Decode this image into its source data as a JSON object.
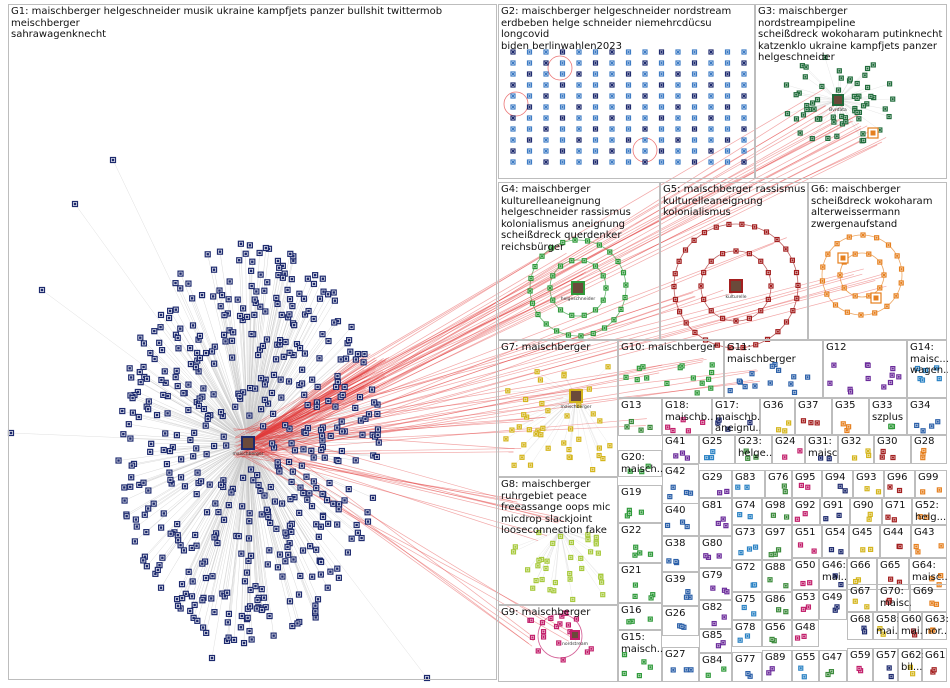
{
  "groups": [
    {
      "id": "G1",
      "label": "G1: maischberger helgeschneider musik ukraine kampfjets panzer bullshit twittermob meischberger\nsahrawagenknecht"
    },
    {
      "id": "G2",
      "label": "G2: maischberger helgeschneider nordstream\nerdbeben helge schneider niemehrcdücsu longcovid\nbiden berlinwahlen2023"
    },
    {
      "id": "G3",
      "label": "G3: maischberger nordstreampipeline\nscheißdreck wokoharam putinknecht\nkatzenklo ukraine kampfjets panzer\nhelgeschneider"
    },
    {
      "id": "G4",
      "label": "G4: maischberger\nkulturelleaneignung\nhelgeschneider rassismus\nkolonialismus aneignung\nscheißdreck querdenker\nreichsbürger"
    },
    {
      "id": "G5",
      "label": "G5: maischberger rassismus\nkulturelleaneignung\nkolonialismus"
    },
    {
      "id": "G6",
      "label": "G6: maischberger\nscheißdreck wokoharam\nalterweissermann\nzwergenaufstand"
    },
    {
      "id": "G7",
      "label": "G7: maischberger"
    },
    {
      "id": "G8",
      "label": "G8: maischberger\nruhrgebiet peace\nfreeassange oops mic\nmicdrop slackjoint\nlooseconnection fake"
    },
    {
      "id": "G9",
      "label": "G9: maischberger"
    },
    {
      "id": "G10",
      "label": "G10: maischberger"
    },
    {
      "id": "G11",
      "label": "G11: maischberger"
    },
    {
      "id": "G12",
      "label": "G12"
    },
    {
      "id": "G13",
      "label": "G13"
    },
    {
      "id": "G14",
      "label": "G14:\nmaisc...\nwagen..."
    },
    {
      "id": "G15",
      "label": "G15:\nmaisch..."
    },
    {
      "id": "G16",
      "label": "G16"
    },
    {
      "id": "G17",
      "label": "G17:\nmaischb...\naneignu..."
    },
    {
      "id": "G18",
      "label": "G18:\nmaischb..."
    },
    {
      "id": "G19",
      "label": "G19"
    },
    {
      "id": "G20",
      "label": "G20:\nmaisch..."
    },
    {
      "id": "G21",
      "label": "G21"
    },
    {
      "id": "G22",
      "label": "G22"
    },
    {
      "id": "G23",
      "label": "G23:\nhelge..."
    },
    {
      "id": "G24",
      "label": "G24"
    },
    {
      "id": "G25",
      "label": "G25"
    },
    {
      "id": "G26",
      "label": "G26"
    },
    {
      "id": "G27",
      "label": "G27"
    },
    {
      "id": "G28",
      "label": "G28"
    },
    {
      "id": "G29",
      "label": "G29"
    },
    {
      "id": "G30",
      "label": "G30"
    },
    {
      "id": "G31",
      "label": "G31:\nmaisc..."
    },
    {
      "id": "G32",
      "label": "G32"
    },
    {
      "id": "G33",
      "label": "G33\nszplus"
    },
    {
      "id": "G34",
      "label": "G34"
    },
    {
      "id": "G35",
      "label": "G35"
    },
    {
      "id": "G36",
      "label": "G36"
    },
    {
      "id": "G37",
      "label": "G37"
    },
    {
      "id": "G38",
      "label": "G38"
    },
    {
      "id": "G39",
      "label": "G39"
    },
    {
      "id": "G40",
      "label": "G40"
    },
    {
      "id": "G41",
      "label": "G41"
    },
    {
      "id": "G42",
      "label": "G42"
    },
    {
      "id": "G43",
      "label": "G43"
    },
    {
      "id": "G44",
      "label": "G44"
    },
    {
      "id": "G45",
      "label": "G45"
    },
    {
      "id": "G46",
      "label": "G46:\nmai..."
    },
    {
      "id": "G47",
      "label": "G47"
    },
    {
      "id": "G48",
      "label": "G48"
    },
    {
      "id": "G49",
      "label": "G49"
    },
    {
      "id": "G50",
      "label": "G50"
    },
    {
      "id": "G51",
      "label": "G51"
    },
    {
      "id": "G52",
      "label": "G52:\nhelg..."
    },
    {
      "id": "G53",
      "label": "G53"
    },
    {
      "id": "G54",
      "label": "G54"
    },
    {
      "id": "G55",
      "label": "G55"
    },
    {
      "id": "G56",
      "label": "G56"
    },
    {
      "id": "G57",
      "label": "G57"
    },
    {
      "id": "G58",
      "label": "G58:\nmai..."
    },
    {
      "id": "G59",
      "label": "G59"
    },
    {
      "id": "G60",
      "label": "G60:\nmai..."
    },
    {
      "id": "G61",
      "label": "G61"
    },
    {
      "id": "G62",
      "label": "G62:\nbil..."
    },
    {
      "id": "G63",
      "label": "G63:\nnor..."
    },
    {
      "id": "G64",
      "label": "G64:\nmaisc..."
    },
    {
      "id": "G65",
      "label": "G65"
    },
    {
      "id": "G66",
      "label": "G66"
    },
    {
      "id": "G67",
      "label": "G67"
    },
    {
      "id": "G68",
      "label": "G68"
    },
    {
      "id": "G69",
      "label": "G69"
    },
    {
      "id": "G70",
      "label": "G70:\nmaisc..."
    },
    {
      "id": "G71",
      "label": "G71"
    },
    {
      "id": "G72",
      "label": "G72"
    },
    {
      "id": "G73",
      "label": "G73"
    },
    {
      "id": "G74",
      "label": "G74"
    },
    {
      "id": "G75",
      "label": "G75"
    },
    {
      "id": "G76",
      "label": "G76"
    },
    {
      "id": "G77",
      "label": "G77"
    },
    {
      "id": "G78",
      "label": "G78"
    },
    {
      "id": "G79",
      "label": "G79"
    },
    {
      "id": "G80",
      "label": "G80"
    },
    {
      "id": "G81",
      "label": "G81"
    },
    {
      "id": "G82",
      "label": "G82"
    },
    {
      "id": "G83",
      "label": "G83"
    },
    {
      "id": "G84",
      "label": "G84"
    },
    {
      "id": "G85",
      "label": "G85"
    },
    {
      "id": "G86",
      "label": "G86"
    },
    {
      "id": "G88",
      "label": "G88"
    },
    {
      "id": "G89",
      "label": "G89"
    },
    {
      "id": "G90",
      "label": "G90"
    },
    {
      "id": "G91",
      "label": "G91"
    },
    {
      "id": "G92",
      "label": "G92"
    },
    {
      "id": "G93",
      "label": "G93"
    },
    {
      "id": "G94",
      "label": "G94"
    },
    {
      "id": "G95",
      "label": "G95"
    },
    {
      "id": "G96",
      "label": "G96"
    },
    {
      "id": "G97",
      "label": "G97"
    },
    {
      "id": "G98",
      "label": "G98"
    },
    {
      "id": "G99",
      "label": "G99"
    }
  ],
  "hub_nodes": [
    {
      "group": "G1",
      "caption": "maischberger"
    },
    {
      "group": "G3",
      "caption": "Bvrdata"
    },
    {
      "group": "G4",
      "caption": "helgeschneider"
    },
    {
      "group": "G5",
      "caption": "kulturelle"
    },
    {
      "group": "G7",
      "caption": "maischberger"
    },
    {
      "group": "G9",
      "caption": "nordstream"
    }
  ],
  "colors": {
    "background": "#ffffff",
    "box_border": "#bdbdbd",
    "intra_edge": "#c9c9c9",
    "cross_edge": "#e23b3b",
    "g1": "#1d2a6e",
    "g2": "#3d7bc4",
    "g3": "#1f6b3a",
    "g4": "#2f9a3a",
    "g5": "#a31f1f",
    "g6": "#e6801f",
    "g7": "#d4b51c",
    "g8": "#a7c93c",
    "g9": "#c21f6b",
    "g10": "#2a5fa8",
    "g11": "#6a2a9a",
    "g12": "#2a82c4"
  }
}
